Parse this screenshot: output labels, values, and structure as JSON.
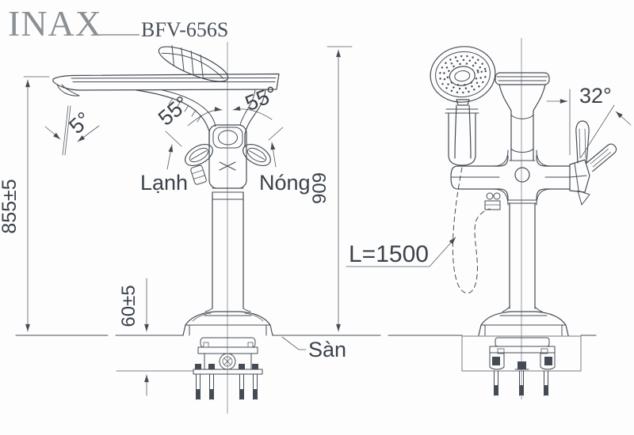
{
  "header": {
    "brand": "INAX",
    "model": "BFV-656S"
  },
  "colors": {
    "line": "#454b54",
    "text": "#3b424b",
    "brand_gray": "#8b9095",
    "background": "#fdfdfd"
  },
  "front_view": {
    "height_dim": "855±5",
    "base_depth_dim": "60±5",
    "spout_tilt_angle": "5°",
    "handle_angle_left": "55°",
    "handle_angle_right": "55°",
    "cold_label": "Lạnh",
    "hot_label": "Nóng",
    "floor_label": "Sàn"
  },
  "side_view": {
    "height_dim": "909",
    "hose_length_label": "L=1500",
    "lever_angle": "32°"
  }
}
